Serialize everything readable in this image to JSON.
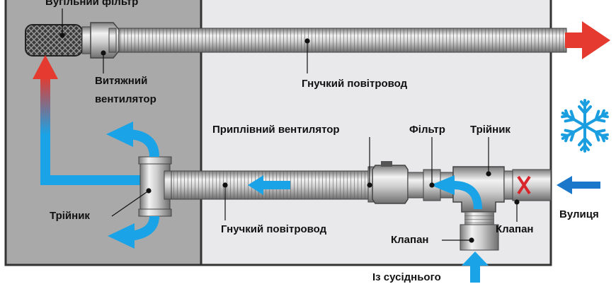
{
  "labels": {
    "top_filter": "Вугільний фільтр",
    "exhaust_fan_line1": "Витяжний",
    "exhaust_fan_line2": "вентилятор",
    "flex_duct_top": "Гнучкий повітровод",
    "supply_fan": "Приплівний вентилятор",
    "filter": "Фільтр",
    "tee_right": "Трійник",
    "tee_left": "Трійник",
    "flex_duct_bottom": "Гнучкий повітровод",
    "valve_left": "Клапан",
    "valve_right": "Клапан",
    "street": "Вулиця",
    "from_neighbor": "Із сусіднього"
  },
  "icons": [
    "snowflake-icon",
    "red-arrow-icon",
    "blue-arrow-icon",
    "valve-x-icon"
  ],
  "colors": {
    "room_left": "#a9a9a9",
    "room_right": "#e9e9eb",
    "hot_arrow": "#e53a2f",
    "cold_arrow": "#1aa3e6",
    "snowflake": "#1a9ee0",
    "valve_x": "#d8262c"
  }
}
